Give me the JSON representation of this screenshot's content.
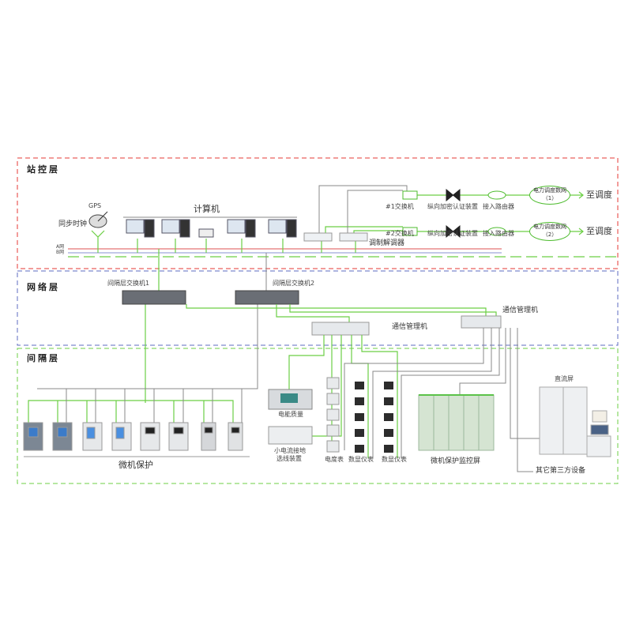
{
  "layers": {
    "station": "站控层",
    "network": "网络层",
    "bay": "间隔层"
  },
  "station": {
    "gps": "GPS",
    "sync_clock": "同步时钟",
    "computers": "计算机",
    "net_a": "A网",
    "net_b": "B网",
    "modem": "调制解调器",
    "rows": [
      {
        "switch": "#1交换机",
        "crypto": "纵向加密认证装置",
        "router": "接入路由器",
        "net_l1": "电力调度数网",
        "net_l2": "（1）",
        "dest": "至调度"
      },
      {
        "switch": "#2交换机",
        "crypto": "纵向加密认证装置",
        "router": "接入路由器",
        "net_l1": "电力调度数网",
        "net_l2": "（2）",
        "dest": "至调度"
      }
    ]
  },
  "network": {
    "switch1": "间隔层交换机1",
    "switch2": "间隔层交换机2",
    "comm1": "通信管理机",
    "comm2": "通信管理机"
  },
  "bay": {
    "protection": "微机保护",
    "power_quality": "电能质量",
    "grounding_l1": "小电流接地",
    "grounding_l2": "选线装置",
    "energy_meter": "电度表",
    "digital_meter1": "数显仪表",
    "digital_meter2": "数显仪表",
    "monitor_panel": "微机保护监控屏",
    "dc_panel": "直流屏",
    "third_party": "其它第三方设备"
  },
  "colors": {
    "station": "#e53935",
    "network": "#3f51b5",
    "bay": "#5cc24a",
    "link": "#6ccf45",
    "gray": "#777777"
  }
}
